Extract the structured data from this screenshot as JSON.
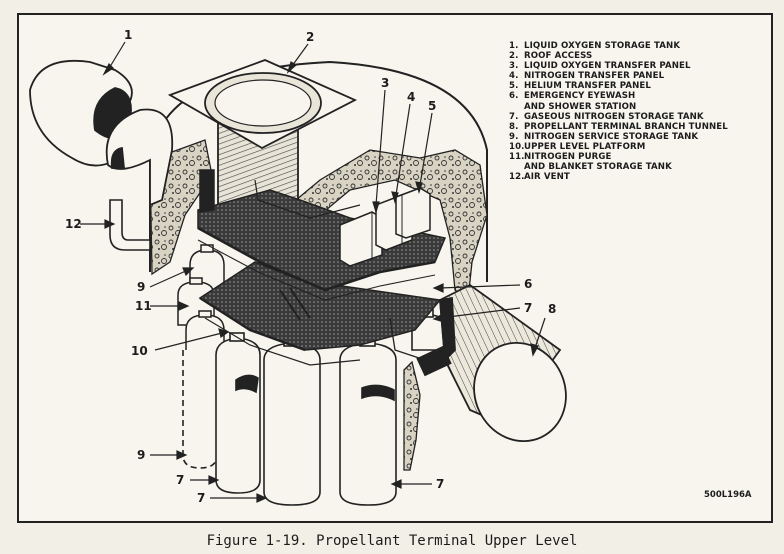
{
  "legend": [
    {
      "num": "1.",
      "lines": [
        "LIQUID OXYGEN STORAGE TANK"
      ]
    },
    {
      "num": "2.",
      "lines": [
        "ROOF ACCESS"
      ]
    },
    {
      "num": "3.",
      "lines": [
        "LIQUID OXYGEN TRANSFER PANEL"
      ]
    },
    {
      "num": "4.",
      "lines": [
        "NITROGEN TRANSFER PANEL"
      ]
    },
    {
      "num": "5.",
      "lines": [
        "HELIUM TRANSFER PANEL"
      ]
    },
    {
      "num": "6.",
      "lines": [
        "EMERGENCY EYEWASH",
        "AND SHOWER STATION"
      ]
    },
    {
      "num": "7.",
      "lines": [
        "GASEOUS NITROGEN STORAGE TANK"
      ]
    },
    {
      "num": "8.",
      "lines": [
        "PROPELLANT TERMINAL BRANCH TUNNEL"
      ]
    },
    {
      "num": "9.",
      "lines": [
        "NITROGEN SERVICE STORAGE TANK"
      ]
    },
    {
      "num": "10.",
      "lines": [
        "UPPER LEVEL PLATFORM"
      ]
    },
    {
      "num": "11.",
      "lines": [
        "NITROGEN PURGE",
        "AND BLANKET STORAGE TANK"
      ]
    },
    {
      "num": "12.",
      "lines": [
        "AIR VENT"
      ]
    }
  ],
  "callouts": {
    "c1": "1",
    "c2": "2",
    "c3": "3",
    "c4": "4",
    "c5": "5",
    "c6": "6",
    "c7a": "7",
    "c7b": "7",
    "c7c": "7",
    "c7d": "7",
    "c8": "8",
    "c9a": "9",
    "c9b": "9",
    "c10": "10",
    "c11": "11",
    "c12": "12"
  },
  "drawing_code": "500L196A",
  "caption": "Figure 1-19.  Propellant Terminal Upper Level"
}
